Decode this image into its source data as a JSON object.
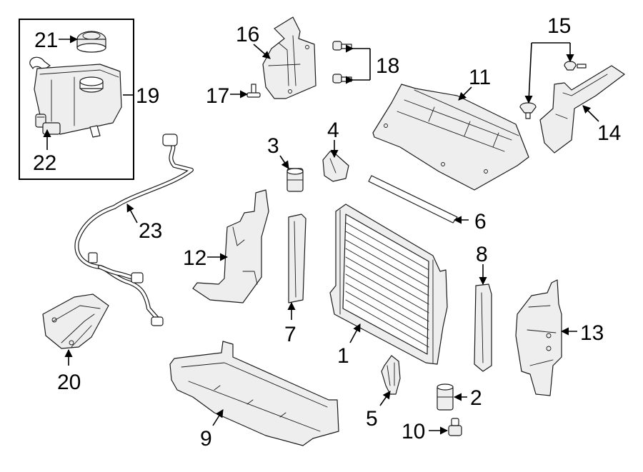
{
  "callouts": {
    "c1": "1",
    "c2": "2",
    "c3": "3",
    "c4": "4",
    "c5": "5",
    "c6": "6",
    "c7": "7",
    "c8": "8",
    "c9": "9",
    "c10": "10",
    "c11": "11",
    "c12": "12",
    "c13": "13",
    "c14": "14",
    "c15": "15",
    "c16": "16",
    "c17": "17",
    "c18": "18",
    "c19": "19",
    "c20": "20",
    "c21": "21",
    "c22": "22",
    "c23": "23"
  },
  "colors": {
    "line": "#1a1a1a",
    "background": "#ffffff",
    "part_shade": "#eeeeee"
  }
}
